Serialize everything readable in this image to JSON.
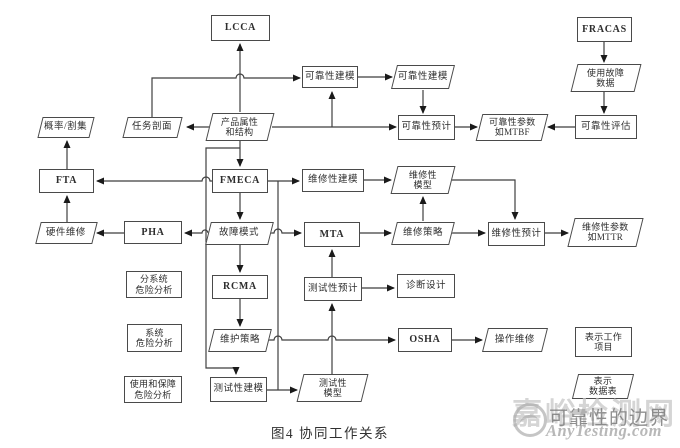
{
  "figure": {
    "caption": "图4  协同工作关系"
  },
  "nodes": {
    "lcca": {
      "label": "LCCA"
    },
    "fracas": {
      "label": "FRACAS"
    },
    "rel_modeling_task": {
      "label": "可靠性建模"
    },
    "rel_modeling_data": {
      "label": "可靠性建模"
    },
    "rel_prediction": {
      "label": "可靠性预计"
    },
    "rel_params": {
      "line1": "可靠性参数",
      "line2": "如MTBF"
    },
    "rel_assessment": {
      "label": "可靠性评估"
    },
    "field_failure_data": {
      "line1": "使用故障",
      "line2": "数据"
    },
    "prob_cutset": {
      "label": "概率/割集"
    },
    "mission_profile": {
      "label": "任务剖面"
    },
    "product_attrs": {
      "line1": "产品属性",
      "line2": "和结构"
    },
    "fta": {
      "label": "FTA"
    },
    "fmeca": {
      "label": "FMECA"
    },
    "maint_modeling": {
      "label": "维修性建模"
    },
    "maint_model": {
      "line1": "维修性",
      "line2": "模型"
    },
    "hardware_maint": {
      "label": "硬件维修"
    },
    "pha": {
      "label": "PHA"
    },
    "failure_modes": {
      "label": "故障模式"
    },
    "mta": {
      "label": "MTA"
    },
    "maint_strategy": {
      "label": "维修策略"
    },
    "maint_prediction": {
      "label": "维修性预计"
    },
    "maint_params": {
      "line1": "维修性参数",
      "line2": "如MTTR"
    },
    "subsystem_hazard": {
      "line1": "分系统",
      "line2": "危险分析"
    },
    "rcma": {
      "label": "RCMA"
    },
    "test_prediction": {
      "label": "测试性预计"
    },
    "diagnostic_design": {
      "label": "诊断设计"
    },
    "system_hazard": {
      "line1": "系统",
      "line2": "危险分析"
    },
    "upkeep_strategy": {
      "label": "维护策略"
    },
    "osha": {
      "label": "OSHA"
    },
    "operation_maint": {
      "label": "操作维修"
    },
    "usage_support_hazard": {
      "line1": "使用和保障",
      "line2": "危险分析"
    },
    "test_modeling": {
      "label": "测试性建模"
    },
    "test_model": {
      "line1": "测试性",
      "line2": "模型"
    },
    "legend_work_item": {
      "line1": "表示工作",
      "line2": "项目"
    },
    "legend_data_sheet": {
      "line1": "表示",
      "line2": "数据表"
    }
  },
  "watermark": {
    "site_name": "嘉峪检测网",
    "brand": "可靠性的边界",
    "url": "AnyTesting.com"
  },
  "colors": {
    "line": "#3f3f3f",
    "arrow": "#1a1a1a",
    "border": "#4a4a4a",
    "text": "#2e2e2e",
    "watermark_light": "#c7c7c7",
    "watermark_dark": "#7d7d7d"
  }
}
